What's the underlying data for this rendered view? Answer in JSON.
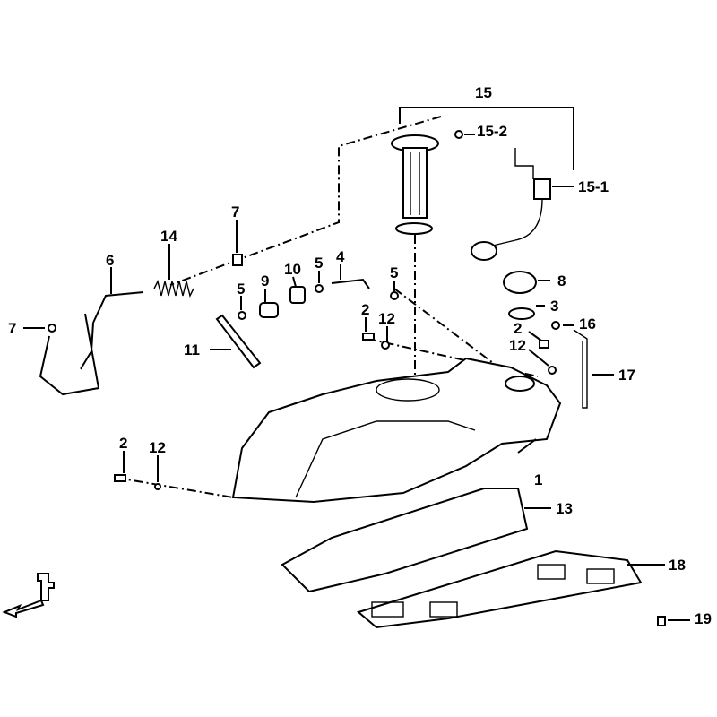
{
  "diagram": {
    "title": "Fuel tank assembly exploded parts diagram",
    "callouts": {
      "c15": "15",
      "c15_2": "15-2",
      "c15_1": "15-1",
      "c7a": "7",
      "c14": "14",
      "c6": "6",
      "c10": "10",
      "c5a": "5",
      "c4": "4",
      "c9": "9",
      "c5b": "5",
      "c5c": "5",
      "c8": "8",
      "c3": "3",
      "c16": "16",
      "c2a": "2",
      "c12a": "12",
      "c2b": "2",
      "c12b": "12",
      "c7b": "7",
      "c11": "11",
      "c17": "17",
      "c1": "1",
      "c2c": "2",
      "c12c": "12",
      "c13": "13",
      "c18": "18",
      "c19": "19"
    },
    "front_marker": "F"
  }
}
